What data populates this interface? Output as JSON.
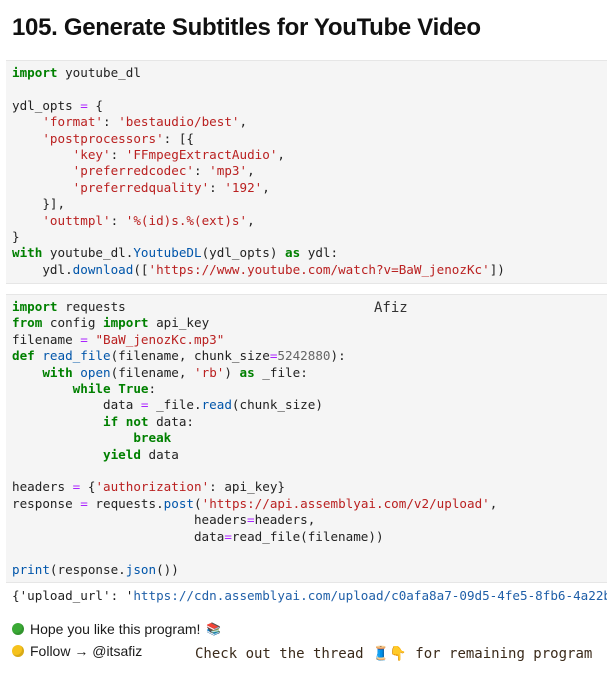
{
  "title": "105. Generate Subtitles for YouTube Video",
  "watermark": "Afiz",
  "output": {
    "prefix": "{'upload_url': '",
    "url": "https://cdn.assemblyai.com/upload/c0afa8a7-09d5-4fe5-8fb6-4a22b"
  },
  "footer": {
    "line1": "Hope you like this program!",
    "line2": "Follow → @itsafiz",
    "thread_note": "Check out the thread 🧵👇 for remaining program"
  },
  "icons": {
    "green_circle": "green-circle-icon",
    "yellow_circle": "yellow-circle-icon",
    "books": "books-icon"
  }
}
